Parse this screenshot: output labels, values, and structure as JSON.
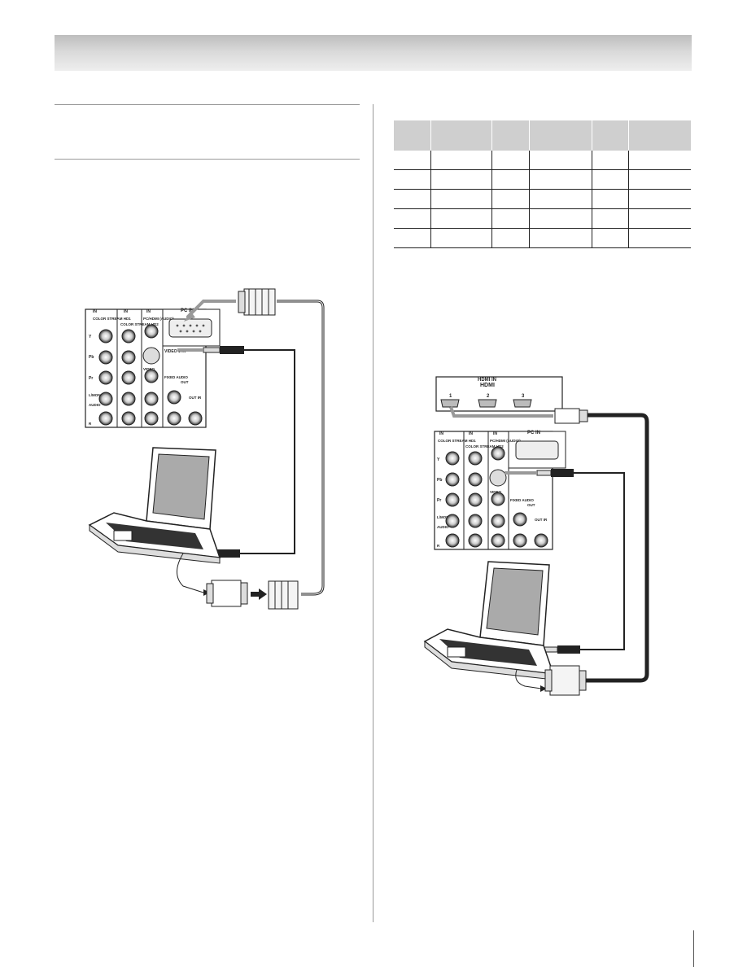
{
  "diagram_left": {
    "panel_labels": {
      "in1": "IN",
      "in2": "IN",
      "in3": "IN",
      "colorstream_hd1": "COLOR STREAM HD1",
      "colorstream_hd2": "COLOR STREAM HD2",
      "pc_hdmi_audio": "PC/HDMI (AUDIO)",
      "pc_in": "PC IN",
      "video1_in": "VIDEO 1 IN",
      "video": "VIDEO",
      "fixed_audio": "FIXED AUDIO",
      "out": "OUT",
      "ir_out": "OUT IR",
      "y": "Y",
      "pb": "Pb",
      "pr": "Pr",
      "l_mono": "L/MONO",
      "audio": "AUDIO",
      "r": "R"
    }
  },
  "diagram_right": {
    "hdmi_in_label": "HDMI IN",
    "hdmi_logo": "HDMI",
    "hdmi_ports": [
      "1",
      "2",
      "3"
    ],
    "panel_labels": {
      "in1": "IN",
      "in2": "IN",
      "in3": "IN",
      "colorstream_hd1": "COLOR STREAM HD1",
      "colorstream_hd2": "COLOR STREAM HD2",
      "pc_hdmi_audio": "PC/HDMI (AUDIO)",
      "pc_in": "PC IN",
      "video1_in": "VIDEO 1 IN",
      "video": "VIDEO",
      "fixed_audio": "FIXED AUDIO",
      "out": "OUT",
      "ir_out": "OUT IR",
      "y": "Y",
      "pb": "Pb",
      "pr": "Pr",
      "l_mono": "L/MONO",
      "audio": "AUDIO",
      "r": "R"
    }
  },
  "colors": {
    "header_gradient_top": "#bdbdbd",
    "header_gradient_bottom": "#eeeeee",
    "table_header": "#cfcfcf",
    "line": "#222222"
  }
}
